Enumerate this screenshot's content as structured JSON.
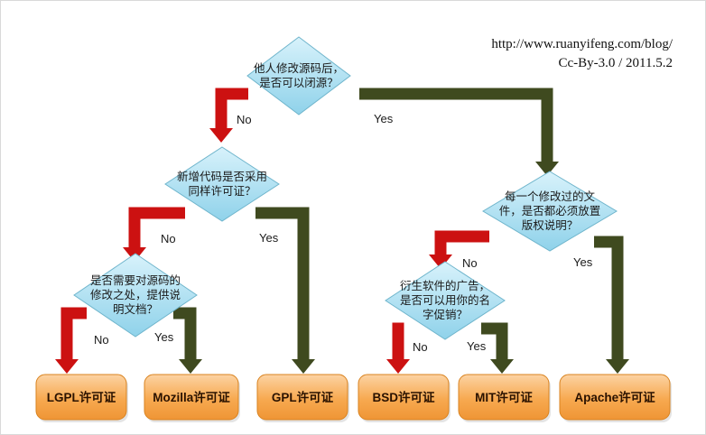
{
  "credit": {
    "url": "http://www.ruanyifeng.com/blog/",
    "license": "Cc-By-3.0 / 2011.5.2"
  },
  "decisions": [
    {
      "id": "d1",
      "lines": [
        "他人修改源码后，",
        "是否可以闭源？"
      ]
    },
    {
      "id": "d2",
      "lines": [
        "新增代码是否采用",
        "同样许可证？"
      ]
    },
    {
      "id": "d3",
      "lines": [
        "是否需要对源码的",
        "修改之处，提供说",
        "明文档？"
      ]
    },
    {
      "id": "d4",
      "lines": [
        "每一个修改过的文",
        "件，是否都必须放置",
        "版权说明？"
      ]
    },
    {
      "id": "d5",
      "lines": [
        "衍生软件的广告，",
        "是否可以用你的名",
        "字促销？"
      ]
    }
  ],
  "licenses": [
    {
      "id": "lgpl",
      "label": "LGPL许可证"
    },
    {
      "id": "mozilla",
      "label": "Mozilla许可证"
    },
    {
      "id": "gpl",
      "label": "GPL许可证"
    },
    {
      "id": "bsd",
      "label": "BSD许可证"
    },
    {
      "id": "mit",
      "label": "MIT许可证"
    },
    {
      "id": "apache",
      "label": "Apache许可证"
    }
  ],
  "edges": [
    {
      "id": "e1",
      "label": "No",
      "kind": "no"
    },
    {
      "id": "e2",
      "label": "Yes",
      "kind": "yes"
    },
    {
      "id": "e3",
      "label": "No",
      "kind": "no"
    },
    {
      "id": "e4",
      "label": "Yes",
      "kind": "yes"
    },
    {
      "id": "e5",
      "label": "No",
      "kind": "no"
    },
    {
      "id": "e6",
      "label": "Yes",
      "kind": "yes"
    },
    {
      "id": "e7",
      "label": "No",
      "kind": "no"
    },
    {
      "id": "e8",
      "label": "Yes",
      "kind": "yes"
    },
    {
      "id": "e9",
      "label": "No",
      "kind": "no"
    },
    {
      "id": "e10",
      "label": "Yes",
      "kind": "yes"
    }
  ],
  "colors": {
    "no_arrow": "#cc1111",
    "yes_arrow": "#3f4a1f",
    "diamond_fill": "#a9dff0",
    "diamond_stroke": "#6fb5cc",
    "leaf_fill": "#f6a64a",
    "leaf_stroke": "#d98320"
  }
}
